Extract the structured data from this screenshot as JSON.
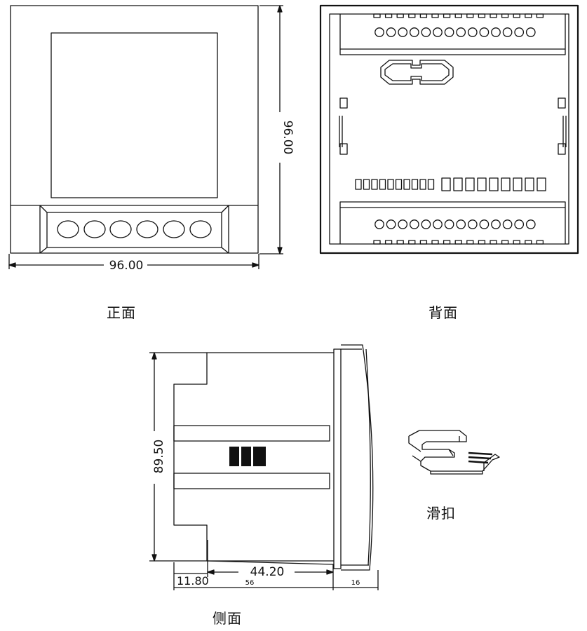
{
  "views": {
    "front": {
      "caption": "正面",
      "width_dim": "96.00",
      "height_dim": "96.00"
    },
    "back": {
      "caption": "背面"
    },
    "side": {
      "caption": "侧面",
      "height_dim": "89.50",
      "dim_front_lip": "11.80",
      "dim_body": "44.20",
      "dim_total_depth": "56",
      "dim_bezel": "16"
    },
    "clip": {
      "caption": "滑扣"
    }
  },
  "colors": {
    "line": "#111111",
    "background": "#ffffff"
  }
}
